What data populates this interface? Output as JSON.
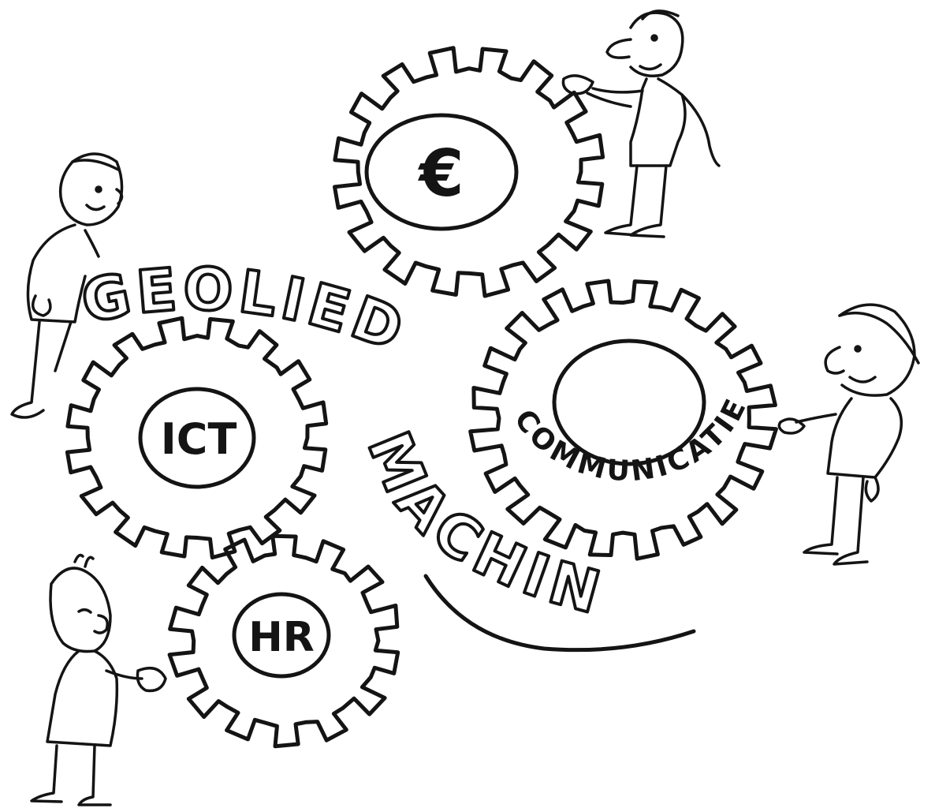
{
  "title": {
    "line1": "GEOLIEDE",
    "line2": "MACHINE"
  },
  "gears": {
    "finance": {
      "label": "€"
    },
    "communication": {
      "label": "COMMUNICATIE"
    },
    "ict": {
      "label": "ICT"
    },
    "hr": {
      "label": "HR"
    }
  }
}
